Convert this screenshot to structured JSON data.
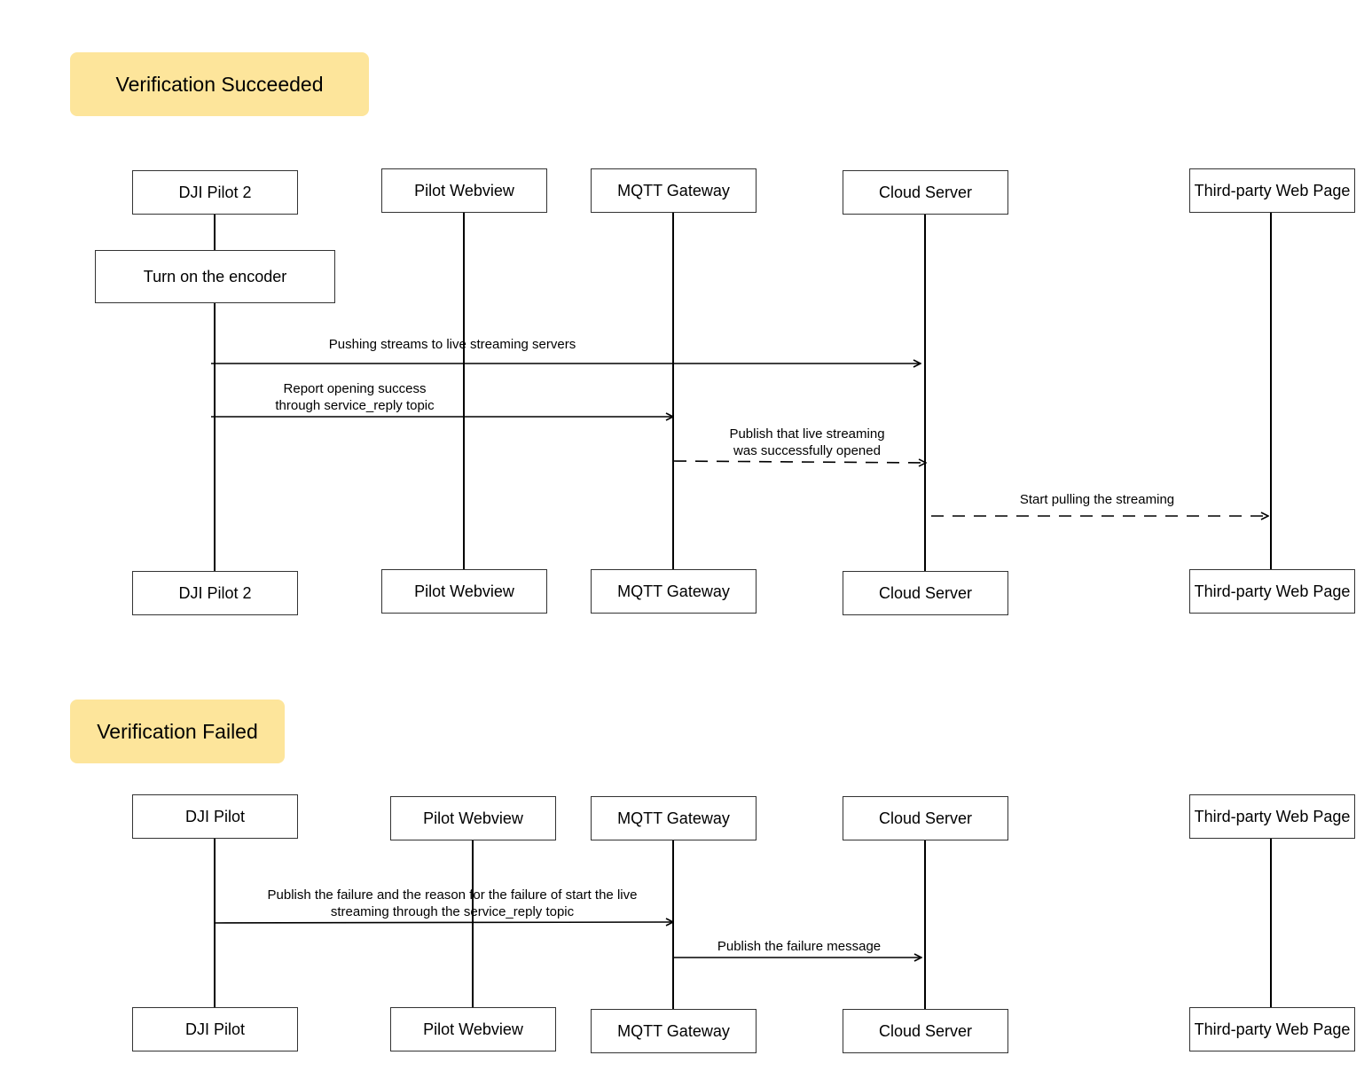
{
  "success_section": {
    "title": "Verification Succeeded",
    "participants": [
      "DJI Pilot 2",
      "Pilot Webview",
      "MQTT Gateway",
      "Cloud Server",
      "Third-party Web Page"
    ],
    "activity": "Turn on the encoder",
    "messages": [
      {
        "lines": [
          "Pushing streams to live streaming servers"
        ],
        "style": "solid"
      },
      {
        "lines": [
          "Report opening success",
          "through service_reply topic"
        ],
        "style": "solid"
      },
      {
        "lines": [
          "Publish that live streaming",
          "was successfully opened"
        ],
        "style": "dashed"
      },
      {
        "lines": [
          "Start pulling the streaming"
        ],
        "style": "dashed"
      }
    ]
  },
  "failed_section": {
    "title": "Verification Failed",
    "participants": [
      "DJI Pilot",
      "Pilot Webview",
      "MQTT Gateway",
      "Cloud Server",
      "Third-party Web Page"
    ],
    "messages": [
      {
        "lines": [
          "Publish the failure and the reason for the failure of start the live",
          "streaming through the service_reply topic"
        ],
        "style": "solid"
      },
      {
        "lines": [
          "Publish the failure message"
        ],
        "style": "solid"
      }
    ]
  }
}
